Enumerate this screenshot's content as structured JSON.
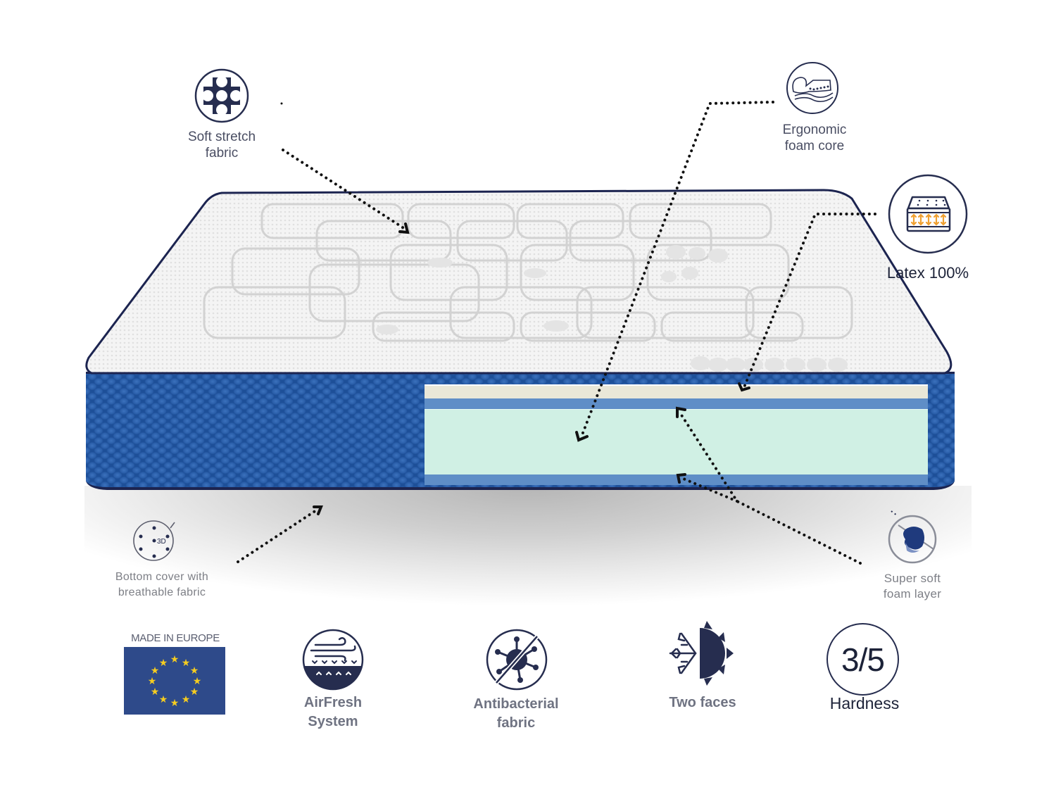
{
  "features_top": [
    {
      "id": "soft-stretch",
      "label_line1": "Soft stretch",
      "label_line2": "fabric",
      "icon": "circles-fabric-icon"
    },
    {
      "id": "ergonomic",
      "label_line1": "Ergonomic",
      "label_line2": "foam core",
      "icon": "body-contour-icon"
    },
    {
      "id": "latex",
      "label": "Latex 100%",
      "icon": "latex-mattress-icon"
    }
  ],
  "features_middle": [
    {
      "id": "bottom-cover",
      "label_line1": "Bottom cover with",
      "label_line2": "breathable fabric",
      "icon": "3d-dots-icon",
      "icon_text": "3D"
    },
    {
      "id": "super-soft",
      "label_line1": "Super soft",
      "label_line2": "foam layer",
      "icon": "hand-press-icon"
    }
  ],
  "badges_bottom": [
    {
      "id": "made-in-europe",
      "label": "MADE IN EUROPE",
      "icon": "eu-flag-icon"
    },
    {
      "id": "airfresh",
      "label_line1": "AirFresh",
      "label_line2": "System",
      "icon": "airflow-icon"
    },
    {
      "id": "antibacterial",
      "label_line1": "Antibacterial",
      "label_line2": "fabric",
      "icon": "no-bacteria-icon"
    },
    {
      "id": "two-faces",
      "label": "Two faces",
      "icon": "snowflake-sun-icon"
    },
    {
      "id": "hardness",
      "value": "3/5",
      "label": "Hardness",
      "icon": "hardness-circle-icon"
    }
  ],
  "cross_section": {
    "layers": [
      {
        "name": "latex-layer",
        "color": "#e9e7d8"
      },
      {
        "name": "super-soft-foam-top",
        "color": "#5f8ec7"
      },
      {
        "name": "ergonomic-foam-core",
        "color": "#d0f0e4"
      },
      {
        "name": "super-soft-foam-bottom",
        "color": "#5f8ec7"
      }
    ]
  },
  "colors": {
    "navy": "#262d4f",
    "side_blue": "#1d4f98",
    "accent_orange": "#f0a030",
    "eu_blue": "#2e4a8a",
    "eu_star": "#f5cc20"
  }
}
